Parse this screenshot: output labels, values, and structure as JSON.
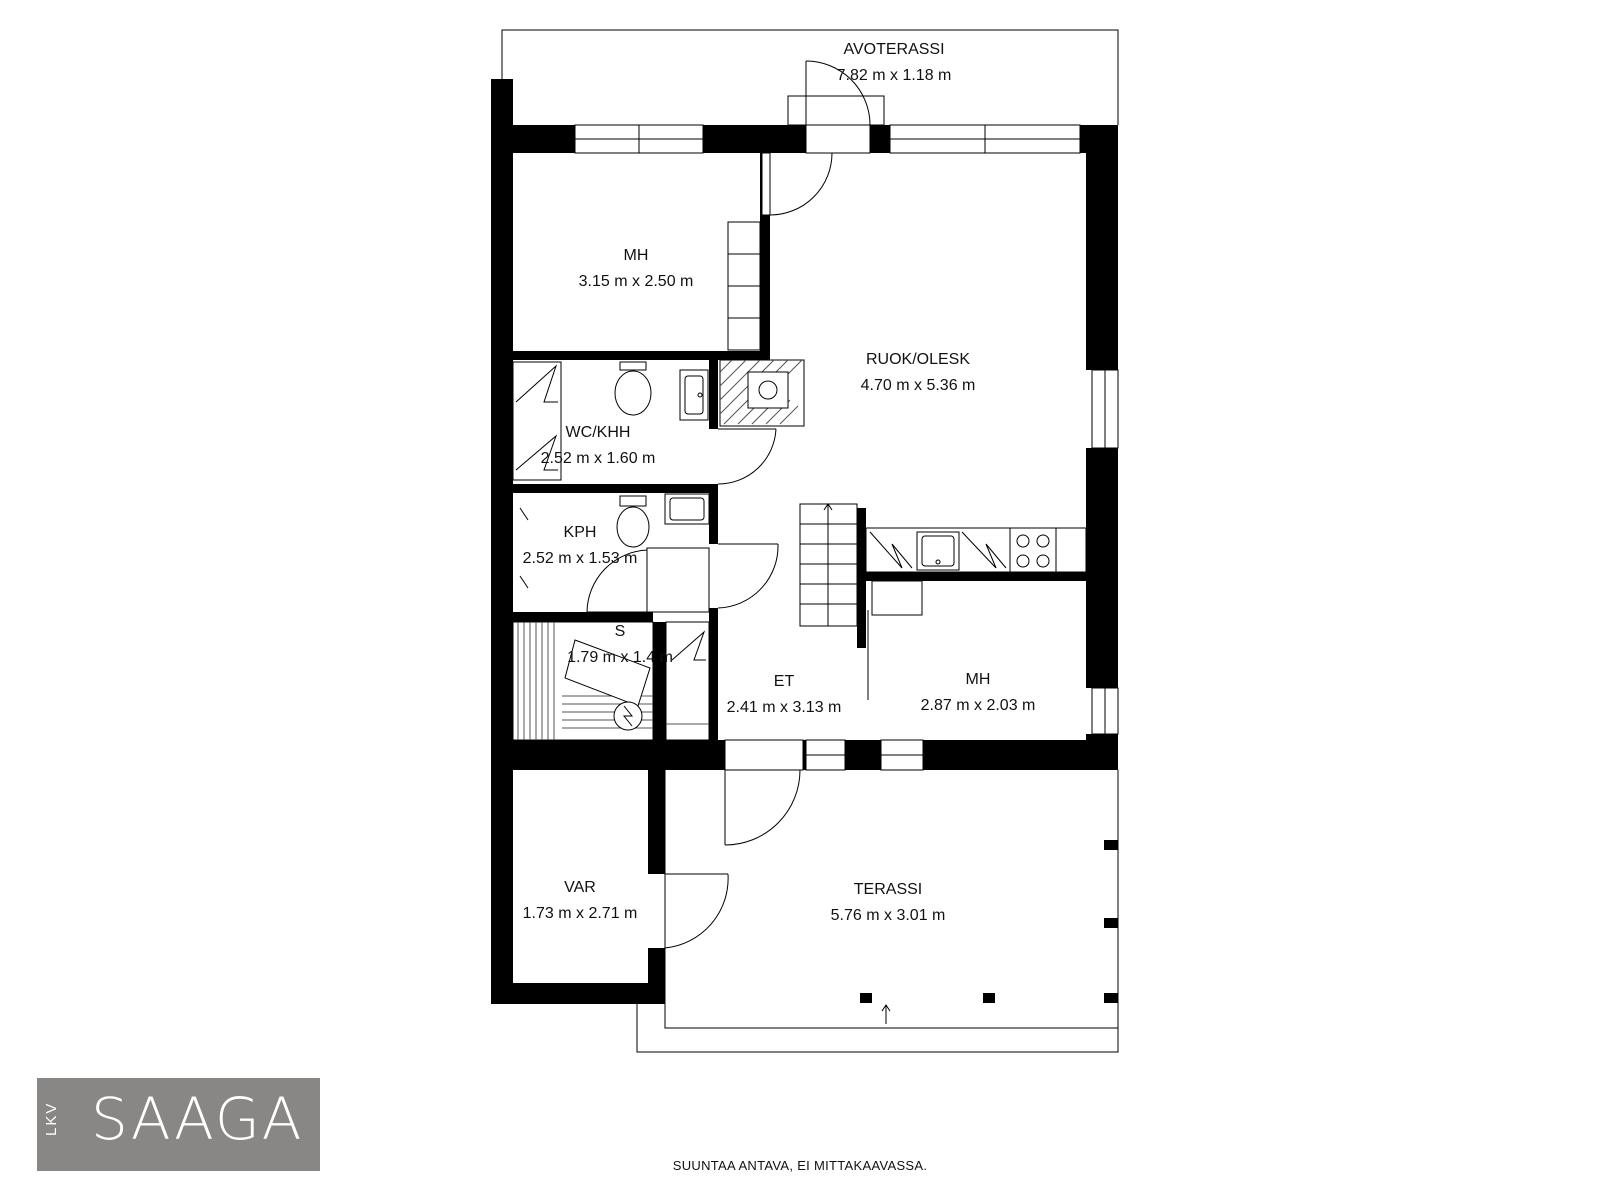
{
  "rooms": {
    "avoterassi": {
      "name": "AVOTERASSI",
      "size": "7.82 m x 1.18 m"
    },
    "mh1": {
      "name": "MH",
      "size": "3.15 m x 2.50 m"
    },
    "ruok_olesk": {
      "name": "RUOK/OLESK",
      "size": "4.70 m x 5.36 m"
    },
    "wc_khh": {
      "name": "WC/KHH",
      "size": "2.52 m x 1.60 m"
    },
    "kph": {
      "name": "KPH",
      "size": "2.52 m x 1.53 m"
    },
    "s": {
      "name": "S",
      "size": "1.79 m x 1.4  m"
    },
    "et": {
      "name": "ET",
      "size": "2.41 m x 3.13 m"
    },
    "mh2": {
      "name": "MH",
      "size": "2.87 m x 2.03 m"
    },
    "var": {
      "name": "VAR",
      "size": "1.73 m x 2.71 m"
    },
    "terassi": {
      "name": "TERASSI",
      "size": "5.76 m x 3.01 m"
    }
  },
  "logo": {
    "prefix": "LKV",
    "name": "SAAGA",
    "background": "#888786"
  },
  "footer": {
    "note": "SUUNTAA ANTAVA, EI MITTAKAAVASSA."
  }
}
